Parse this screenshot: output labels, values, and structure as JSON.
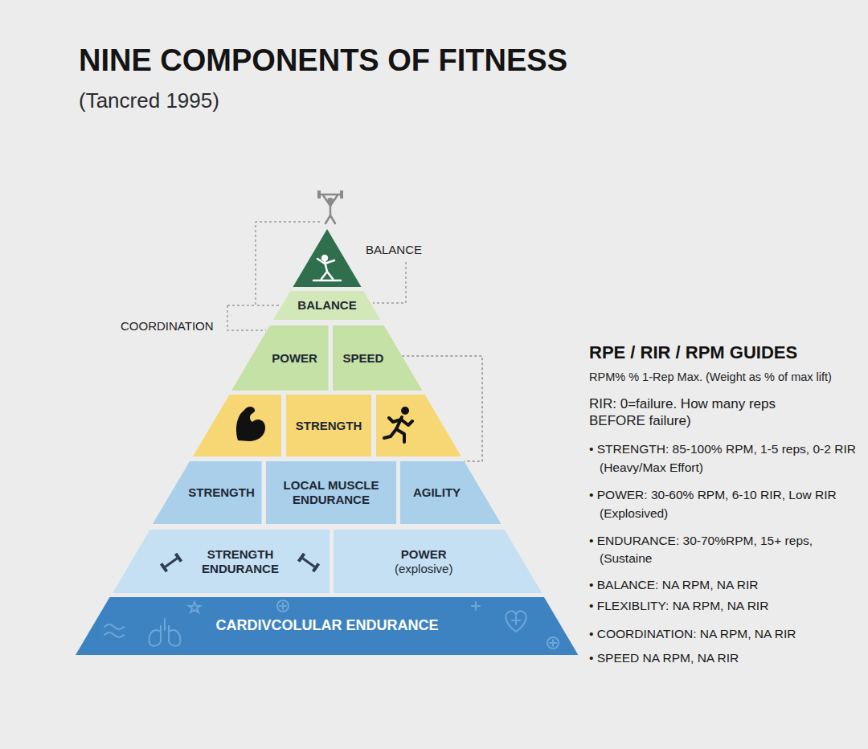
{
  "diagram": {
    "title": "NINE COMPONENTS OF FITNESS",
    "nodes": [
      {
        "text": [
          "BALANCE"
        ]
      },
      {
        "text": [
          "POWER"
        ]
      },
      {
        "text": [
          "SPEED"
        ]
      },
      {
        "text": [
          "STRENGTH"
        ]
      },
      {
        "text": [
          "STRENGTH"
        ]
      },
      {
        "text": [
          "LOCAL MUSCLE ENDURANCE"
        ]
      },
      {
        "text": [
          "AGILITY"
        ]
      },
      {
        "text": [
          "STRENGTH ENDURANCE"
        ]
      },
      {
        "text": [
          "POWER",
          "(explosive)"
        ]
      },
      {
        "text": [
          "CARDIVCOLULAR ENDURANCE"
        ]
      }
    ],
    "edges": [
      {
        "from": 2,
        "to": 6,
        "arrow": "none"
      }
    ],
    "labels": [
      "(Tancred 1995)",
      "BALANCE",
      "COORDINATION",
      "RPE / RIR / RPM GUIDES",
      "RPM% % 1-Rep Max. (Weight as % of max lift)",
      "RIR: 0=failure. How many reps BEFORE failure)",
      "• STRENGTH: 85-100% RPM, 1-5 reps, 0-2 RIR (Heavy/Max Effort)",
      "• POWER: 30-60% RPM, 6-10 RIR, Low RIR (Explosived)",
      "• ENDURANCE: 30-70%RPM, 15+ reps, (Sustaine",
      "• BALANCE: NA RPM, NA RIR",
      "• FLEXIBLITY: NA RPM, NA RIR",
      "• COORDINATION: NA RPM, NA RIR",
      "• SPEED NA RPM, NA RIR"
    ]
  }
}
